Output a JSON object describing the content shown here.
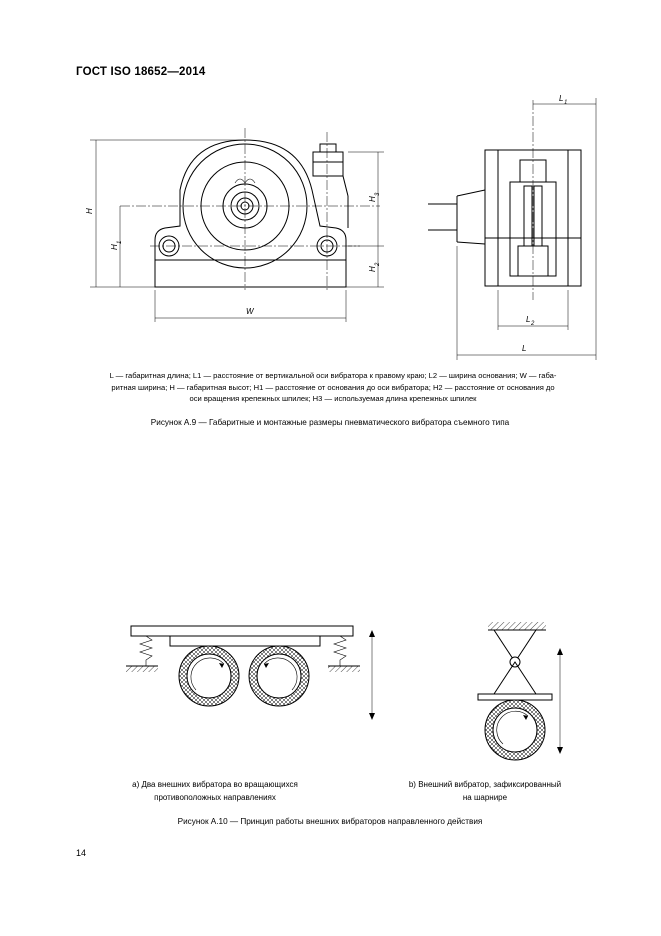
{
  "header": {
    "title": "ГОСТ  ISO 18652—2014"
  },
  "figure_a9": {
    "labels": {
      "H": "H",
      "H1": "H",
      "H1_sub": "1",
      "H2": "H",
      "H2_sub": "2",
      "H3": "H",
      "H3_sub": "3",
      "W": "W",
      "L": "L",
      "L1": "L",
      "L1_sub": "1",
      "L2": "L",
      "L2_sub": "2"
    },
    "legend": {
      "line1": "L — габаритная длина; L1 — расстояние от вертикальной оси вибратора к правому краю; L2 — ширина основания; W — габа-",
      "line2": "ритная ширина; H — габаритная высот; H1 — расстояние от основания до оси вибратора; H2 — расстояние от основания до",
      "line3": "оси вращения крепежных шпилек; H3 — используемая длина крепежных шпилек"
    },
    "caption": "Рисунок  А.9 — Габаритные и монтажные размеры пневматического вибратора съемного типа"
  },
  "figure_a10": {
    "sub_a": {
      "line1": "a)  Два внешних вибратора во вращающихся",
      "line2": "противоположных направлениях"
    },
    "sub_b": {
      "line1": "b)  Внешний вибратор, зафиксированный",
      "line2": "на шарнире"
    },
    "caption": "Рисунок  А.10 — Принцип работы внешних вибраторов направленного действия"
  },
  "footer": {
    "page_number": "14"
  }
}
